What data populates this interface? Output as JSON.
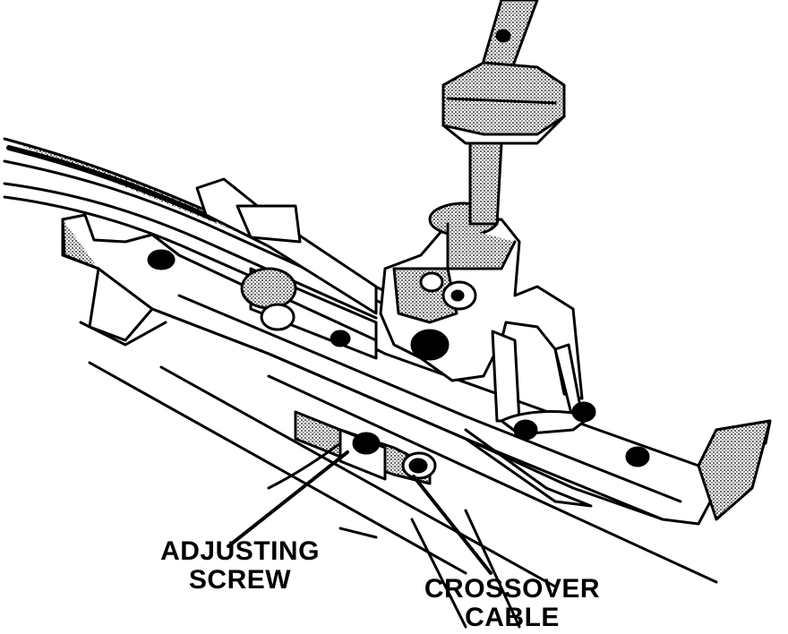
{
  "diagram": {
    "callouts": [
      {
        "id": "adjusting-screw",
        "lines": [
          "ADJUSTING",
          "SCREW"
        ]
      },
      {
        "id": "crossover-cable",
        "lines": [
          "CROSSOVER",
          "CABLE"
        ]
      }
    ]
  }
}
